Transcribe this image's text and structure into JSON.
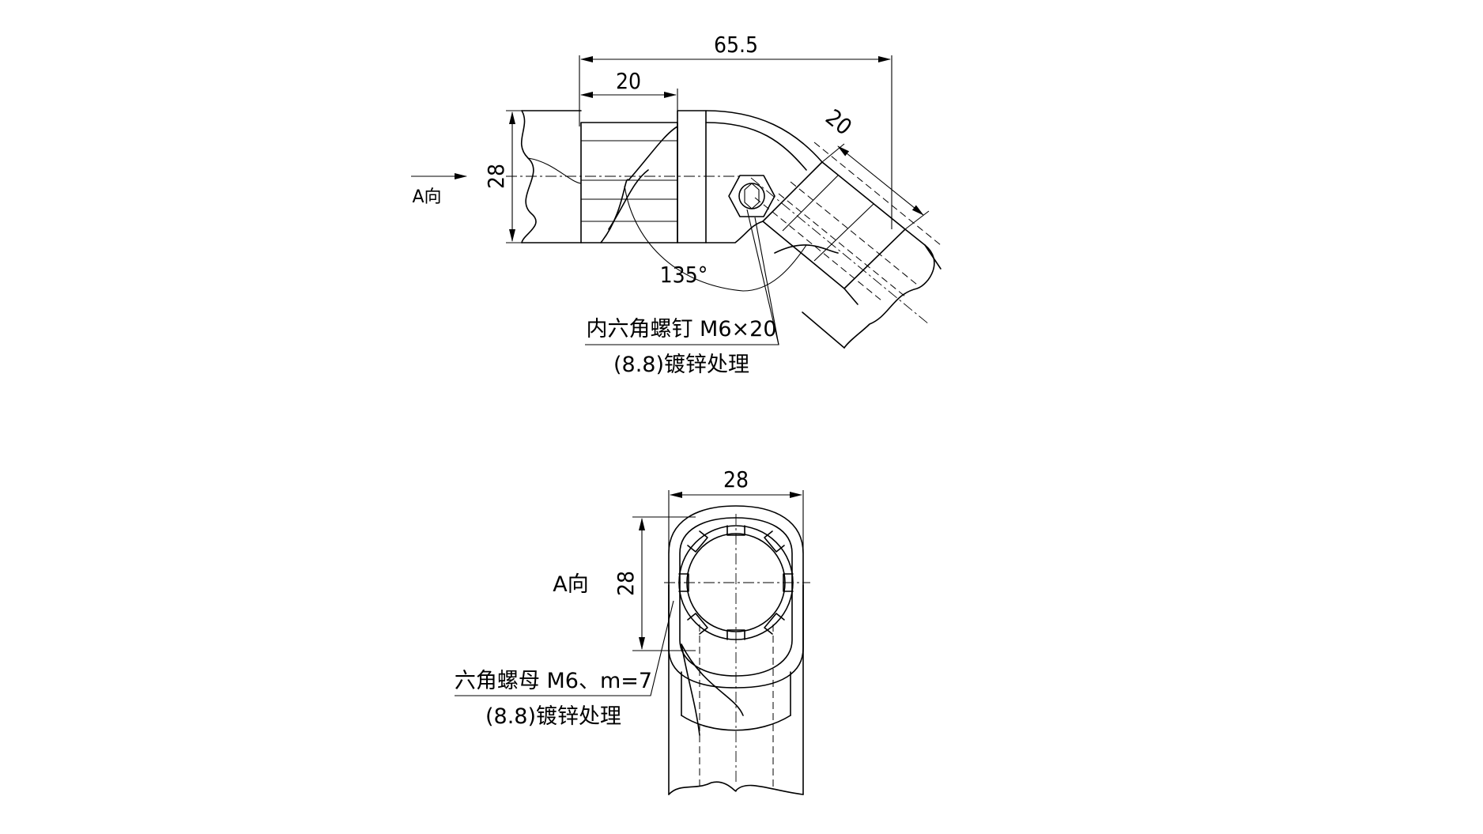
{
  "dimensions": {
    "overall_length": "65.5",
    "socket_length_left": "20",
    "socket_length_right": "20",
    "pipe_diameter_side": "28",
    "angle": "135°",
    "end_width": "28",
    "end_height": "28"
  },
  "view_labels": {
    "arrow_label": "A向",
    "end_view_label": "A向"
  },
  "callouts": {
    "screw_line1": "内六角螺钉 M6×20",
    "screw_line2": "(8.8)镀锌处理",
    "nut_line1": "六角螺母 M6、m=7",
    "nut_line2": "(8.8)镀锌处理"
  }
}
